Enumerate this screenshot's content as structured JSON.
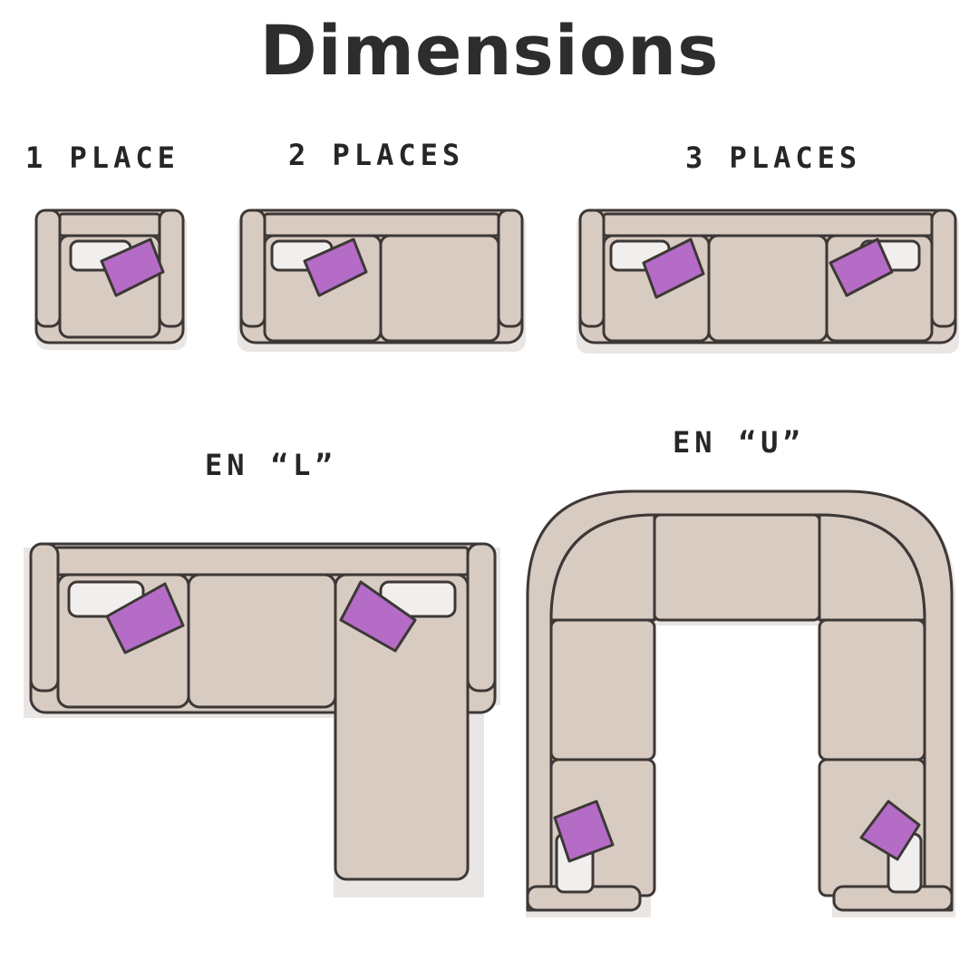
{
  "title": "Dimensions",
  "colors": {
    "fabric": "#d7cbc2",
    "fabric_light": "#dfd4cc",
    "outline": "#3d3836",
    "pillow_purple": "#b56cc7",
    "pillow_white": "#f1efed",
    "shadow": "#e9e6e4"
  },
  "sofas": [
    {
      "id": "one-seat",
      "label": "1 PLACE"
    },
    {
      "id": "two-seat",
      "label": "2 PLACES"
    },
    {
      "id": "three-seat",
      "label": "3 PLACES"
    },
    {
      "id": "l-shape",
      "label": "EN “L”"
    },
    {
      "id": "u-shape",
      "label": "EN “U”"
    }
  ]
}
